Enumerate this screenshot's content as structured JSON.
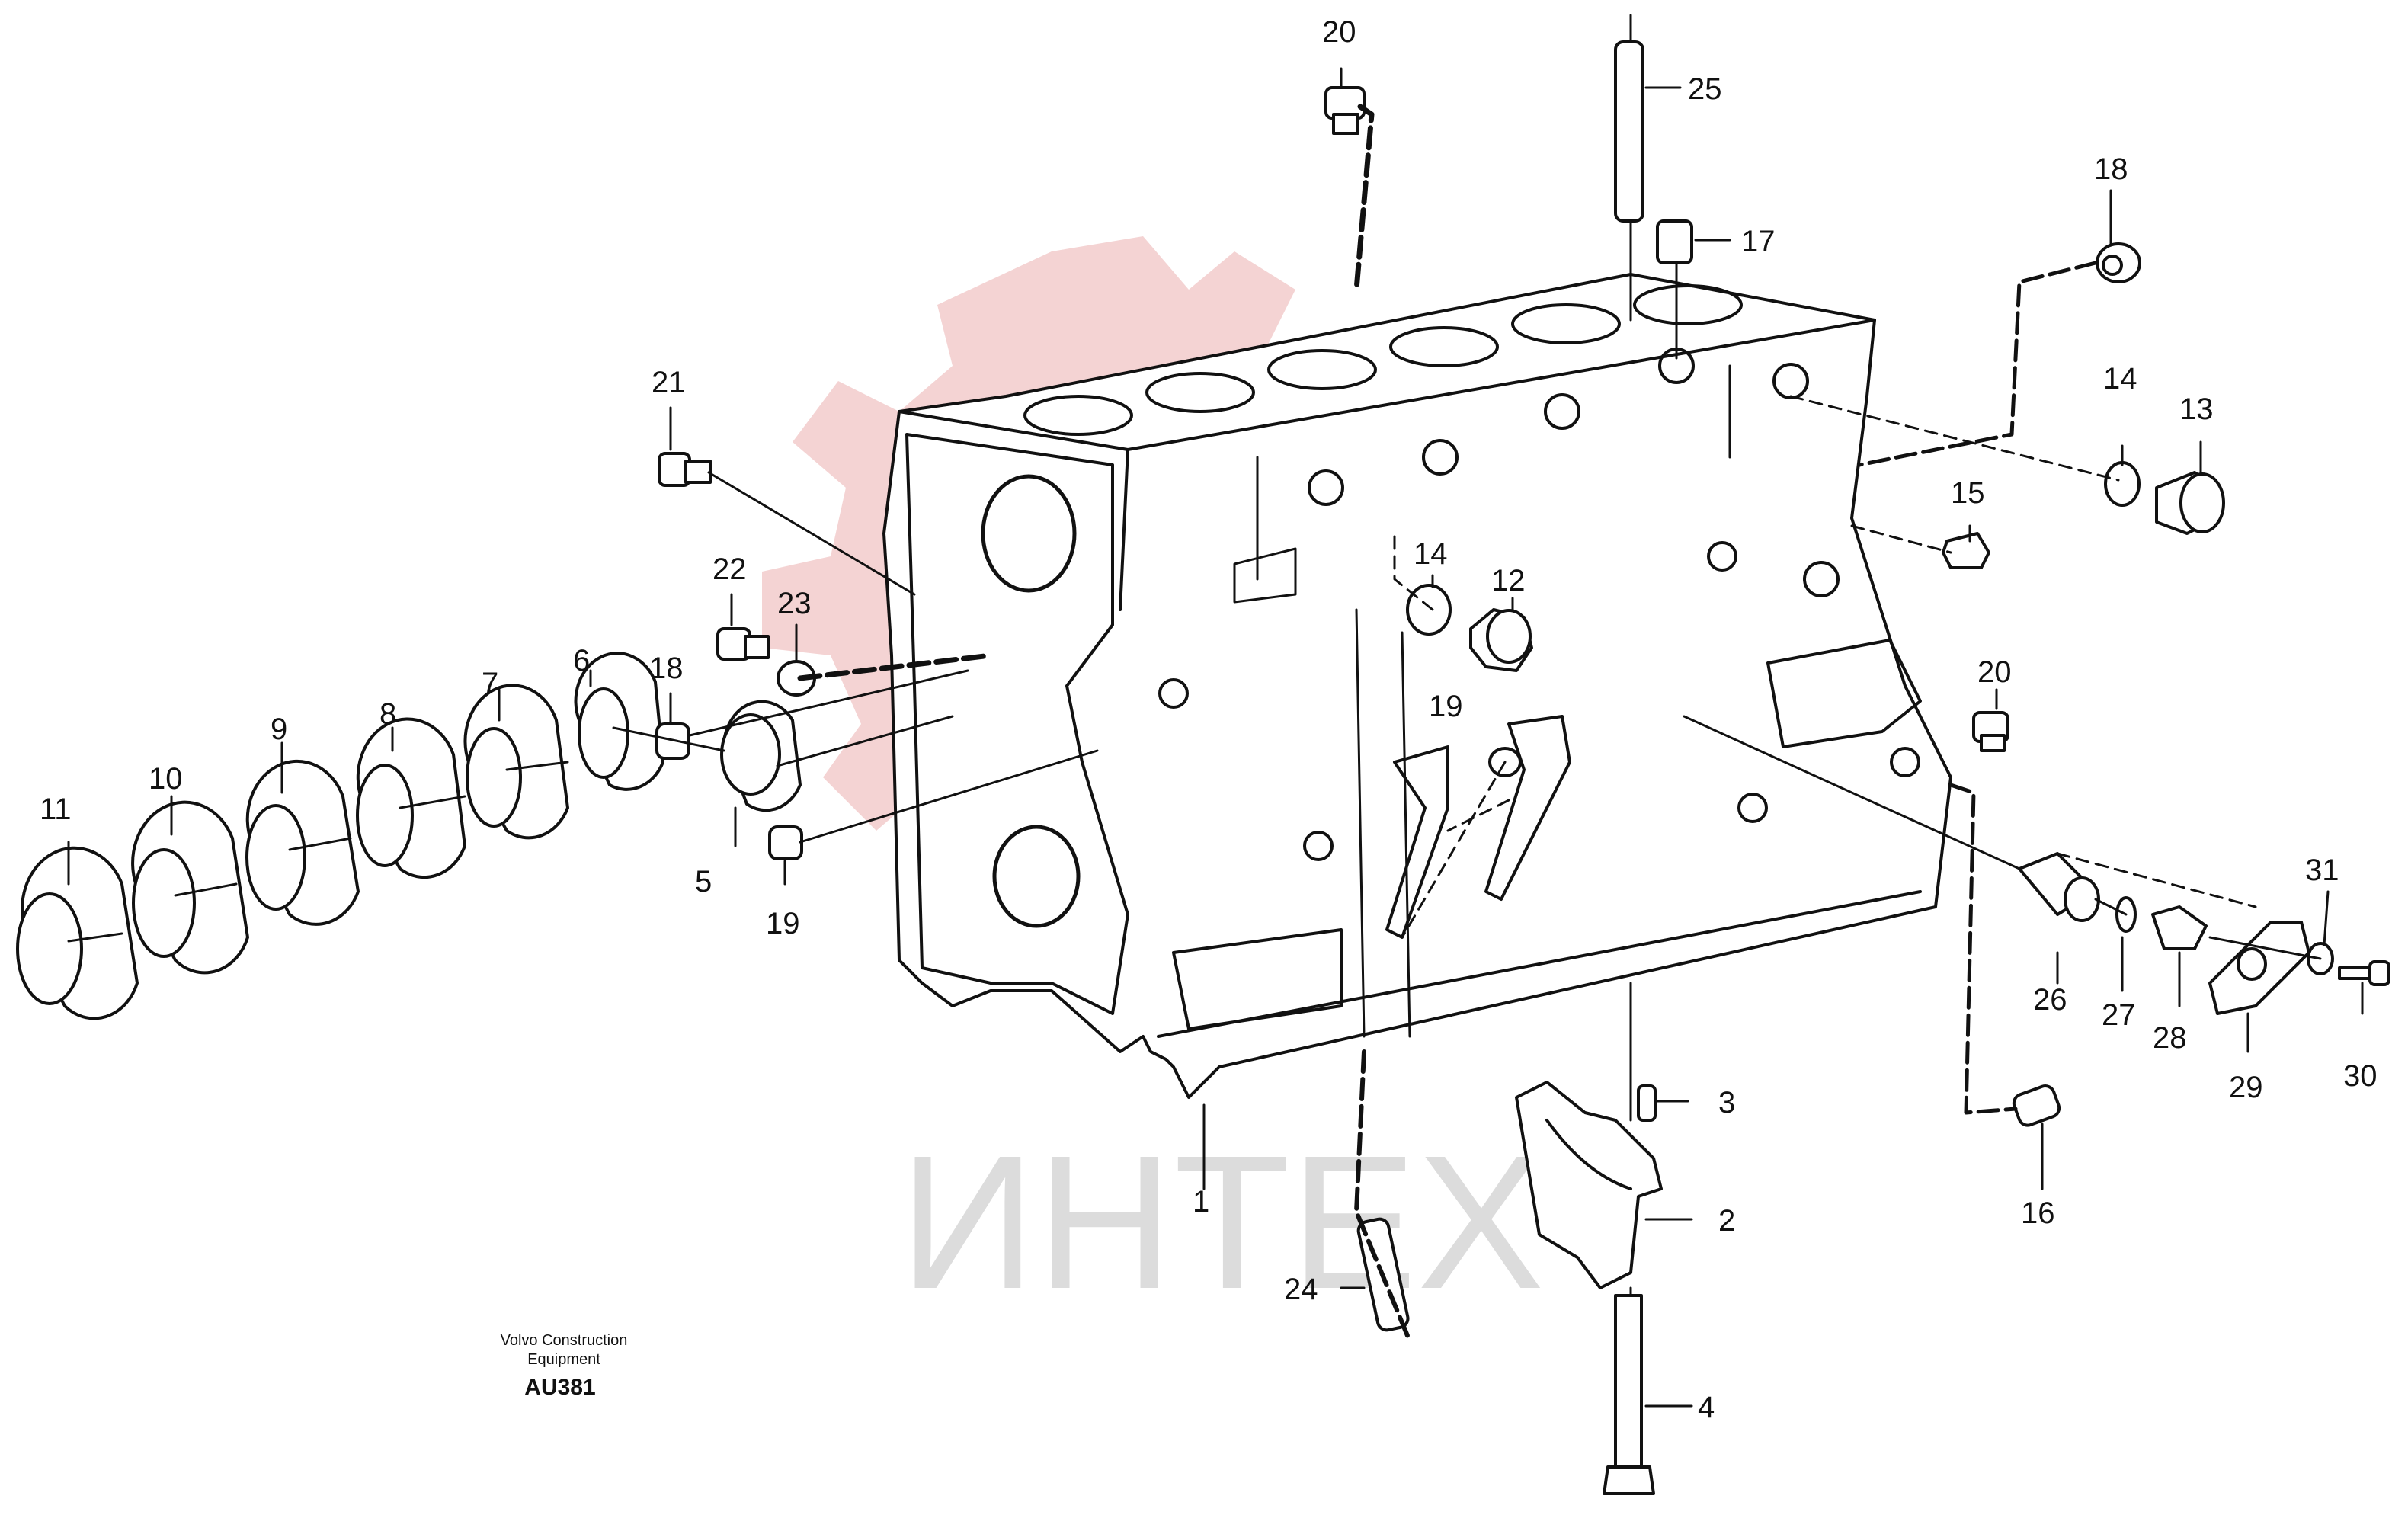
{
  "caption": {
    "line1": "Volvo Construction",
    "line2": "Equipment",
    "code": "AU381"
  },
  "watermark": {
    "text": "ИНТЕХ",
    "logo": "gear-logo",
    "logo_color": "#e8a0a0",
    "text_color": "#d8d8d8"
  },
  "callouts": [
    {
      "id": "c1",
      "text": "1"
    },
    {
      "id": "c2",
      "text": "2"
    },
    {
      "id": "c3",
      "text": "3"
    },
    {
      "id": "c4",
      "text": "4"
    },
    {
      "id": "c5",
      "text": "5"
    },
    {
      "id": "c6",
      "text": "6"
    },
    {
      "id": "c7",
      "text": "7"
    },
    {
      "id": "c8",
      "text": "8"
    },
    {
      "id": "c9",
      "text": "9"
    },
    {
      "id": "c10",
      "text": "10"
    },
    {
      "id": "c11",
      "text": "11"
    },
    {
      "id": "c12",
      "text": "12"
    },
    {
      "id": "c13",
      "text": "13"
    },
    {
      "id": "c14a",
      "text": "14"
    },
    {
      "id": "c14b",
      "text": "14"
    },
    {
      "id": "c15",
      "text": "15"
    },
    {
      "id": "c16",
      "text": "16"
    },
    {
      "id": "c17",
      "text": "17"
    },
    {
      "id": "c18a",
      "text": "18"
    },
    {
      "id": "c18b",
      "text": "18"
    },
    {
      "id": "c19a",
      "text": "19"
    },
    {
      "id": "c19b",
      "text": "19"
    },
    {
      "id": "c20a",
      "text": "20"
    },
    {
      "id": "c20b",
      "text": "20"
    },
    {
      "id": "c21",
      "text": "21"
    },
    {
      "id": "c22",
      "text": "22"
    },
    {
      "id": "c23",
      "text": "23"
    },
    {
      "id": "c24",
      "text": "24"
    },
    {
      "id": "c25",
      "text": "25"
    },
    {
      "id": "c26",
      "text": "26"
    },
    {
      "id": "c27",
      "text": "27"
    },
    {
      "id": "c28",
      "text": "28"
    },
    {
      "id": "c29",
      "text": "29"
    },
    {
      "id": "c30",
      "text": "30"
    },
    {
      "id": "c31",
      "text": "31"
    }
  ]
}
